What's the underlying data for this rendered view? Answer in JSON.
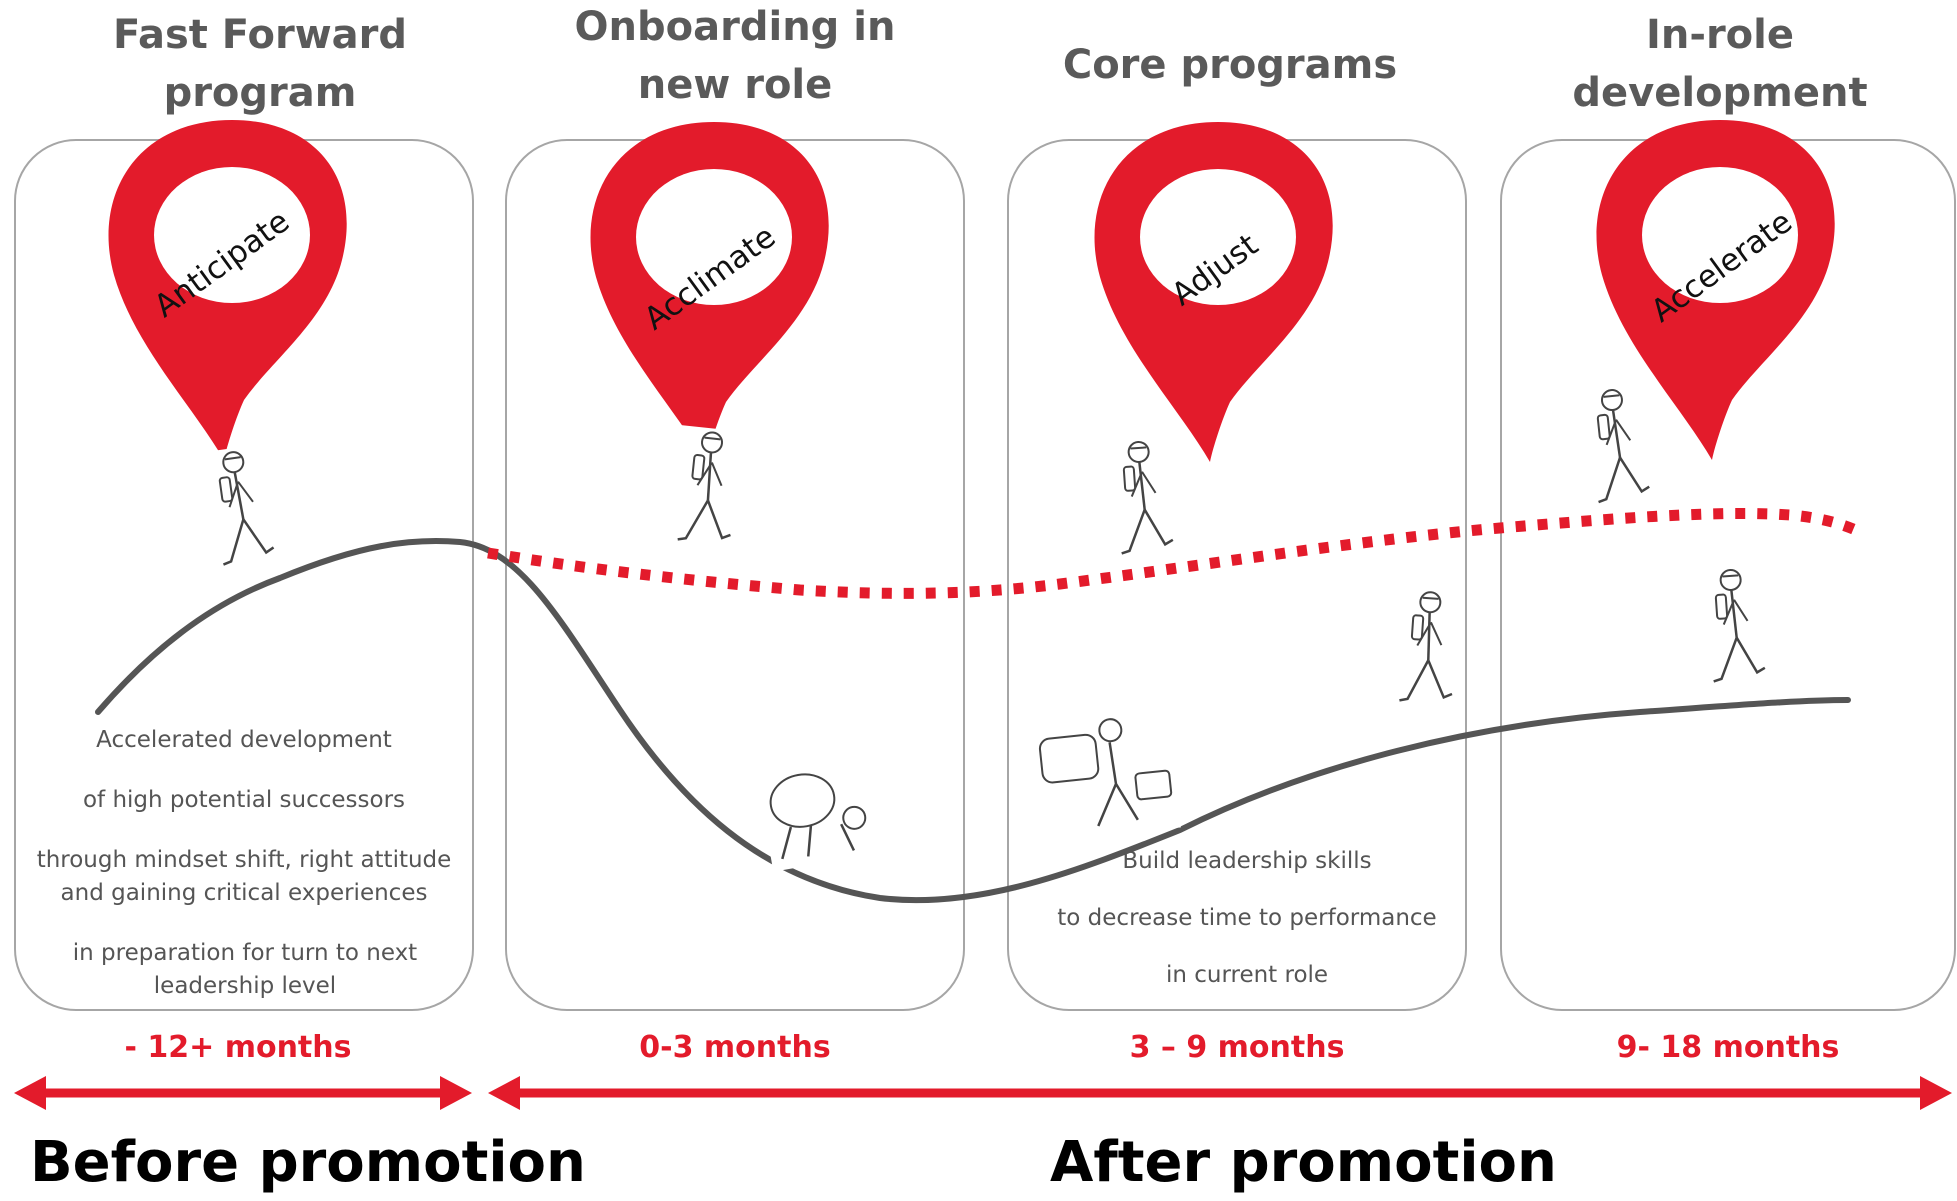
{
  "stages": [
    {
      "title": "Fast Forward\nprogram",
      "pin": "Anticipate",
      "duration": "- 12+  months",
      "description": [
        "Accelerated development",
        "of high potential successors",
        "through mindset shift, right attitude and gaining critical experiences",
        "in preparation for turn to next leadership level"
      ]
    },
    {
      "title": "Onboarding in\nnew role",
      "pin": "Acclimate",
      "duration": "0-3 months",
      "description": []
    },
    {
      "title": "Core programs",
      "pin": "Adjust",
      "duration": "3 – 9 months",
      "description": [
        "Build leadership skills",
        "to decrease time to performance",
        "in current role"
      ]
    },
    {
      "title": "In-role\ndevelopment",
      "pin": "Accelerate",
      "duration": "9- 18  months",
      "description": []
    }
  ],
  "phases": {
    "before": "Before promotion",
    "after": "After promotion"
  },
  "colors": {
    "accent": "#e31b2b",
    "curve": "#555555",
    "card_border": "#a6a6a6",
    "title_text": "#5a5a5a"
  },
  "icons": [
    "map-pin-icon",
    "walking-person-sketch-icon",
    "struggling-person-sketch-icon",
    "double-arrow-icon"
  ]
}
